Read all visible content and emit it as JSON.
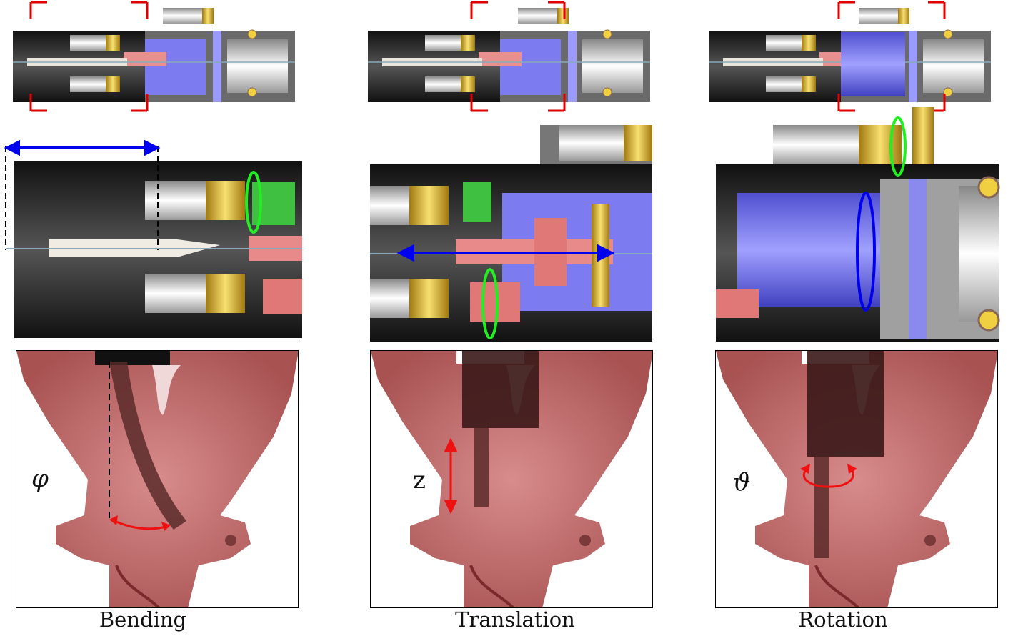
{
  "panels": [
    {
      "caption": "Bending",
      "symbol": "φ"
    },
    {
      "caption": "Translation",
      "symbol": "z"
    },
    {
      "caption": "Rotation",
      "symbol": "ϑ"
    }
  ],
  "colors": {
    "highlight_bracket": "#e00000",
    "axis_arrow": "#0000ee",
    "motor_arrow": "#22ee22",
    "motion_arrow": "#ee1111",
    "tissue": "#c86a6a",
    "housing": "#3a3a3a",
    "carriage": "#7a7aee",
    "gear": "#d8b030"
  }
}
